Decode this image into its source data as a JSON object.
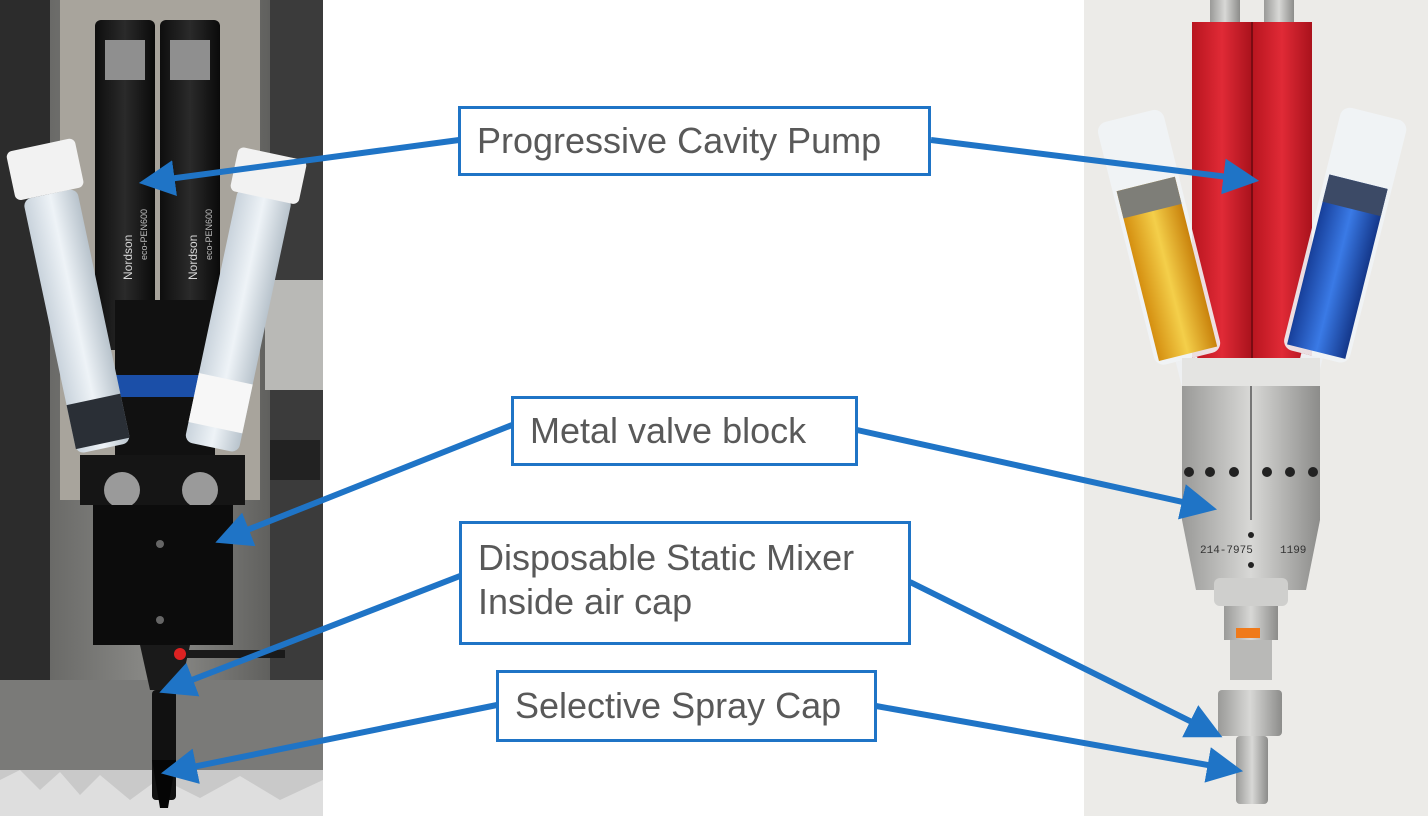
{
  "callouts": {
    "pump": "Progressive Cavity Pump",
    "valve_block": "Metal valve block",
    "mixer_line1": "Disposable Static Mixer",
    "mixer_line2": "Inside air cap",
    "spray_cap": "Selective Spray Cap"
  },
  "photo_labels": {
    "brand": "Nordson",
    "model": "eco-PEN600",
    "block_left_number": "214-7975",
    "block_right_number": "1199"
  },
  "colors": {
    "callout_border": "#1f74c6",
    "arrow": "#1f74c6",
    "callout_text": "#595959",
    "pump_red": "#d4202c",
    "cartridge_yellow": "#e8b21a",
    "cartridge_blue": "#1f5fd0"
  }
}
